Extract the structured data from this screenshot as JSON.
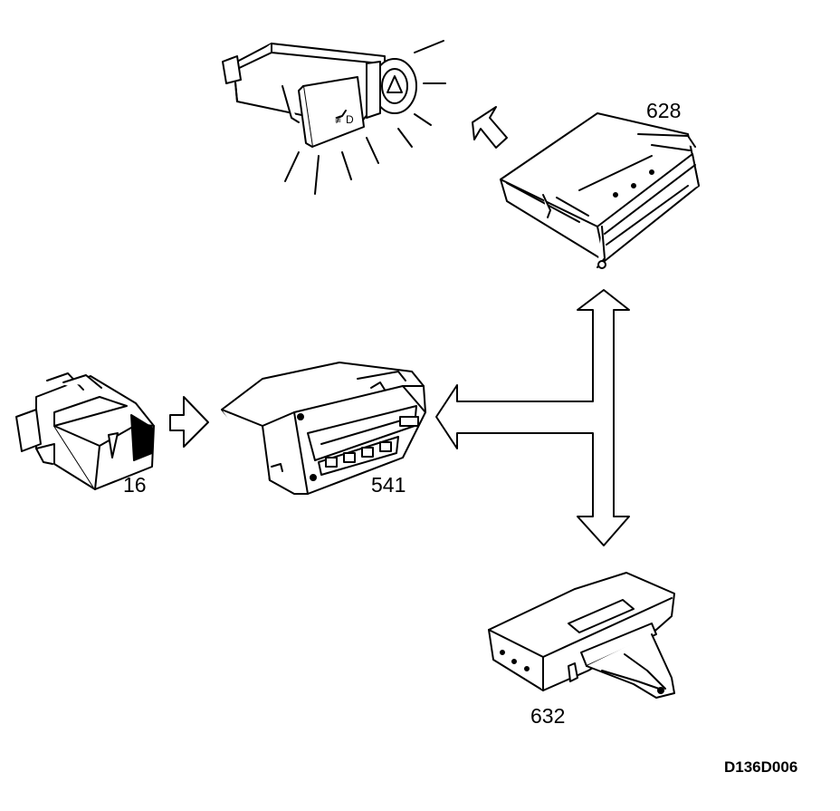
{
  "components": {
    "switch_label": "16",
    "display_label": "541",
    "ecu_top_label": "628",
    "ecu_bottom_label": "632"
  },
  "drawing_code": "D136D006"
}
